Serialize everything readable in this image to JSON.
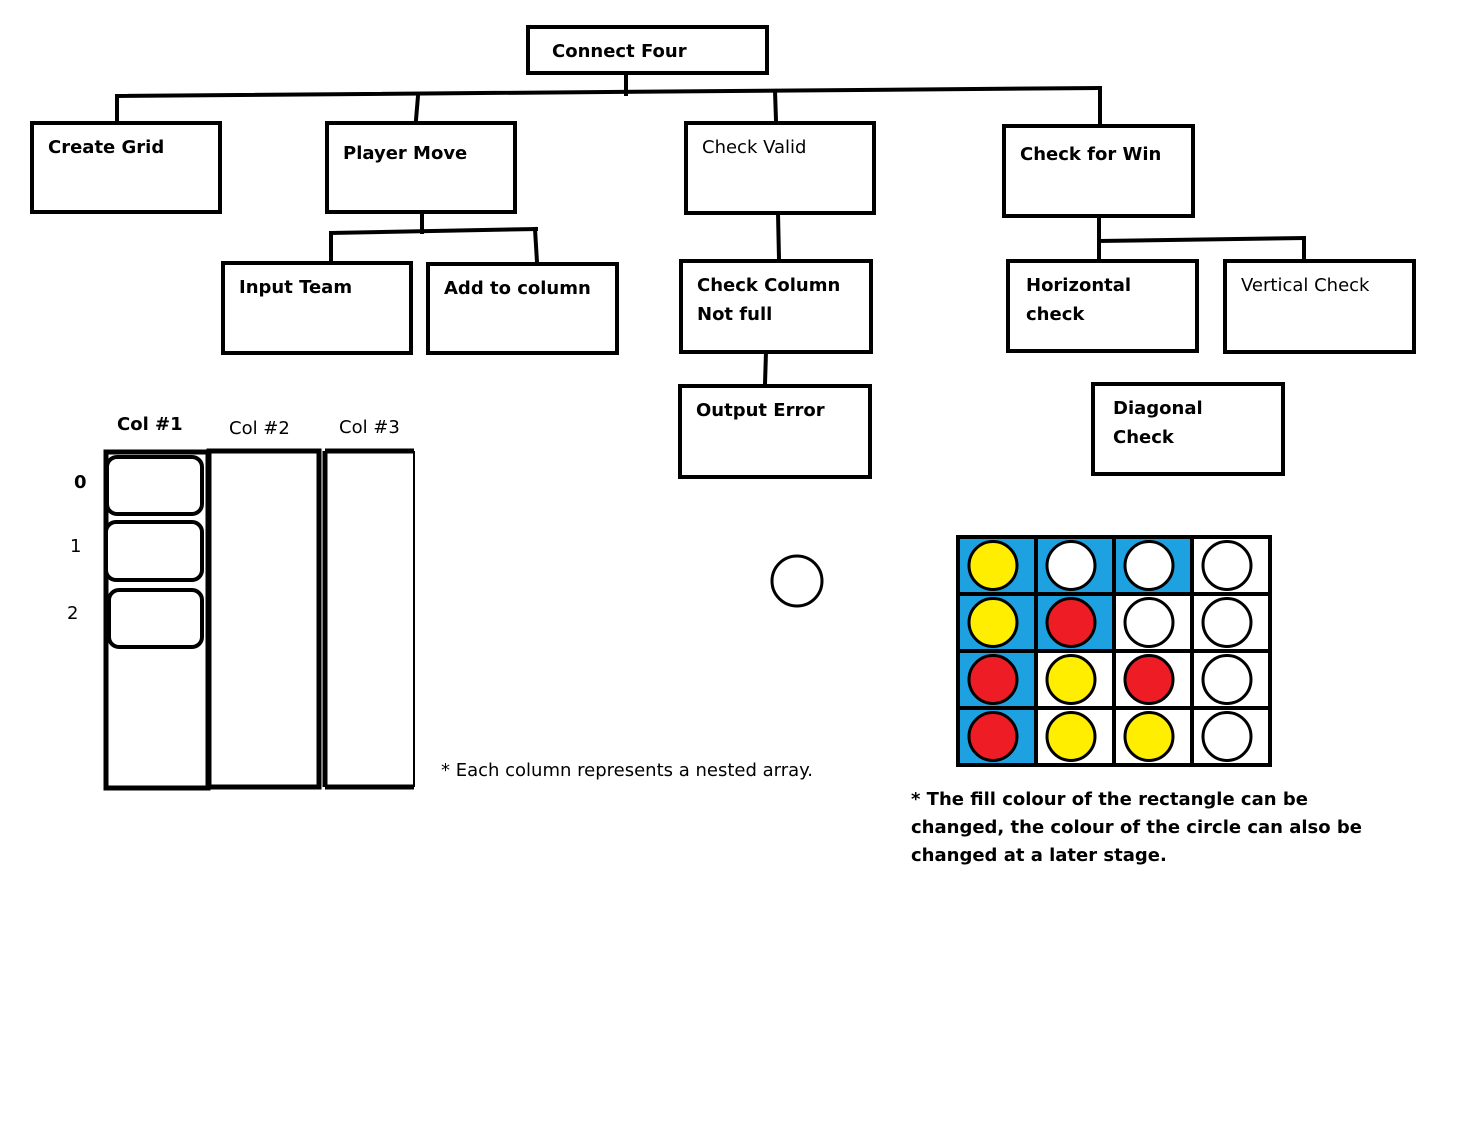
{
  "hierarchy": {
    "root": "Connect Four",
    "create_grid": "Create Grid",
    "player_move": "Player Move",
    "check_valid": "Check Valid",
    "check_for_win": "Check for Win",
    "input_team": "Input Team",
    "add_to_column": "Add to column",
    "check_column_line1": "Check Column",
    "check_column_line2": "Not full",
    "output_error": "Output Error",
    "horizontal_check": "Horizontal check",
    "vertical_check": "Vertical Check",
    "diagonal_check": "Diagonal Check"
  },
  "array_sketch": {
    "col1": "Col #1",
    "col2": "Col #2",
    "col3": "Col #3",
    "row0": "0",
    "row1": "1",
    "row2": "2",
    "note": "* Each column represents a nested array."
  },
  "board": {
    "colors": {
      "blue": "#1ea1e0",
      "white": "#ffffff",
      "yellow": "#ffee00",
      "red": "#ee1c24"
    },
    "cell_fill": [
      [
        "blue",
        "blue",
        "blue",
        "white"
      ],
      [
        "blue",
        "blue",
        "white",
        "white"
      ],
      [
        "blue",
        "white",
        "white",
        "white"
      ],
      [
        "blue",
        "white",
        "white",
        "white"
      ]
    ],
    "discs": [
      [
        "yellow",
        "white",
        "white",
        "white"
      ],
      [
        "yellow",
        "red",
        "white",
        "white"
      ],
      [
        "red",
        "yellow",
        "red",
        "white"
      ],
      [
        "red",
        "yellow",
        "yellow",
        "white"
      ]
    ],
    "note_line1": "* The fill colour of the rectangle can be",
    "note_line2": "changed, the colour of the circle can also be",
    "note_line3": "changed at a later stage."
  }
}
